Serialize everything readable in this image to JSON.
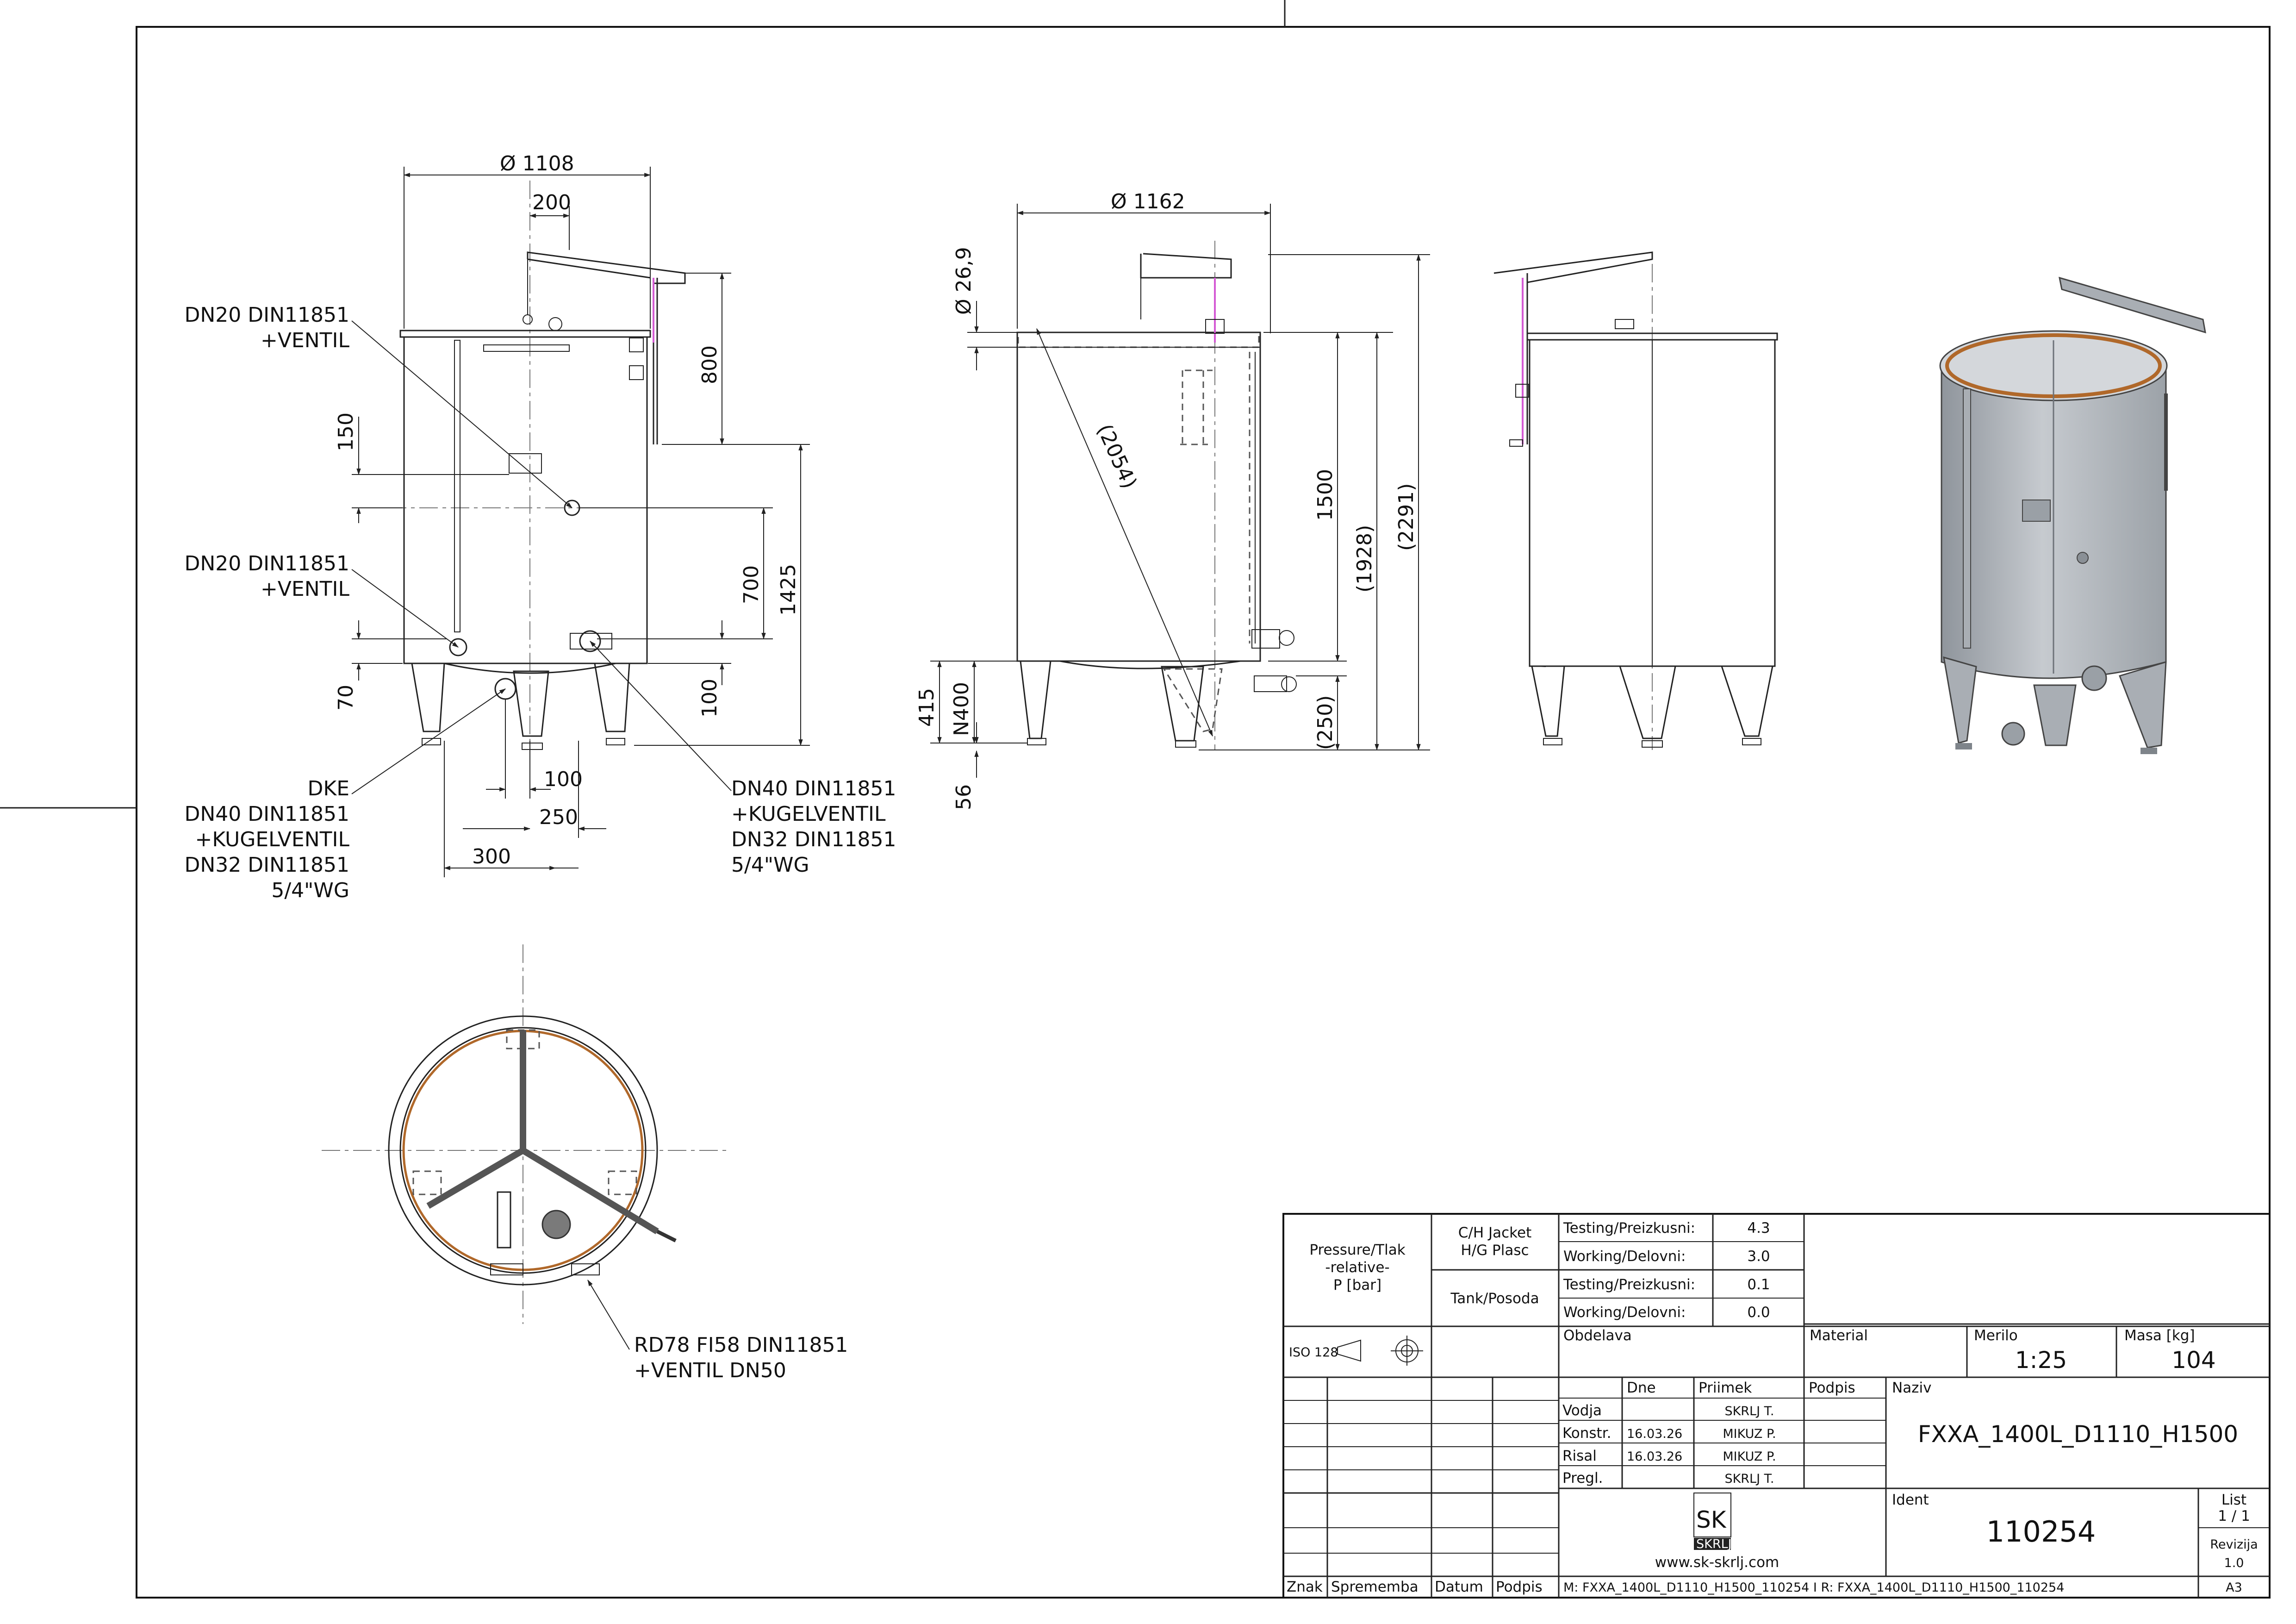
{
  "front_view": {
    "dims": [
      "Ø 1108",
      "200",
      "800",
      "150",
      "700",
      "1425",
      "70",
      "100",
      "100",
      "250",
      "300"
    ],
    "callouts": {
      "top_valve": [
        "DN20 DIN11851",
        "+VENTIL"
      ],
      "side_valve": [
        "DN20 DIN11851",
        "+VENTIL"
      ],
      "bottom_left": [
        "DKE",
        "DN40 DIN11851",
        "+KUGELVENTIL",
        "DN32 DIN11851",
        "5/4\"WG"
      ],
      "bottom_right": [
        "DN40 DIN11851",
        "+KUGELVENTIL",
        "DN32 DIN11851",
        "5/4\"WG"
      ]
    }
  },
  "side_view": {
    "dims": [
      "Ø 1162",
      "Ø 26,9",
      "(2054)",
      "1500",
      "(1928)",
      "(2291)",
      "415",
      "N400",
      "(250)",
      "56"
    ]
  },
  "top_view": {
    "callout": [
      "RD78 FI58 DIN11851",
      "+VENTIL DN50"
    ]
  },
  "title_block": {
    "pressure_label": [
      "Pressure/Tlak",
      "-relative-",
      "P [bar]"
    ],
    "jacket_label": [
      "C/H Jacket",
      "H/G Plasc"
    ],
    "tank_label": "Tank/Posoda",
    "pressure_rows": [
      {
        "label": "Testing/Preizkusni:",
        "value": "4.3"
      },
      {
        "label": "Working/Delovni:",
        "value": "3.0"
      },
      {
        "label": "Testing/Preizkusni:",
        "value": "0.1"
      },
      {
        "label": "Working/Delovni:",
        "value": "0.0"
      }
    ],
    "iso": "ISO 128",
    "obdelava": "Obdelava",
    "material": "Material",
    "merilo_label": "Merilo",
    "merilo_value": "1:25",
    "masa_label": "Masa [kg]",
    "masa_value": "104",
    "naziv_label": "Naziv",
    "naziv_value": "FXXA_1400L_D1110_H1500",
    "ident_label": "Ident",
    "ident_value": "110254",
    "list_label": "List",
    "list_value": "1 / 1",
    "revizija_label": "Revizija",
    "revizija_value": "1.0",
    "format": "A3",
    "columns": {
      "dne": "Dne",
      "priimek": "Priimek",
      "podpis": "Podpis"
    },
    "people": [
      {
        "role": "Vodja",
        "date": "",
        "name": "SKRLJ T."
      },
      {
        "role": "Konstr.",
        "date": "16.03.26",
        "name": "MIKUZ P."
      },
      {
        "role": "Risal",
        "date": "16.03.26",
        "name": "MIKUZ P."
      },
      {
        "role": "Pregl.",
        "date": "",
        "name": "SKRLJ T."
      }
    ],
    "logo_letters": "SK",
    "logo_word": "SKRLJ",
    "website": "www.sk-skrlj.com",
    "revision_headers": [
      "Znak",
      "Sprememba",
      "Datum",
      "Podpis"
    ],
    "file_line": "M: FXXA_1400L_D1110_H1500_110254 I R: FXXA_1400L_D1110_H1500_110254"
  },
  "colors": {
    "line": "#222222",
    "accent": "#d45bd4",
    "copper": "#b0682a",
    "render_body": "#b9bdc3"
  }
}
